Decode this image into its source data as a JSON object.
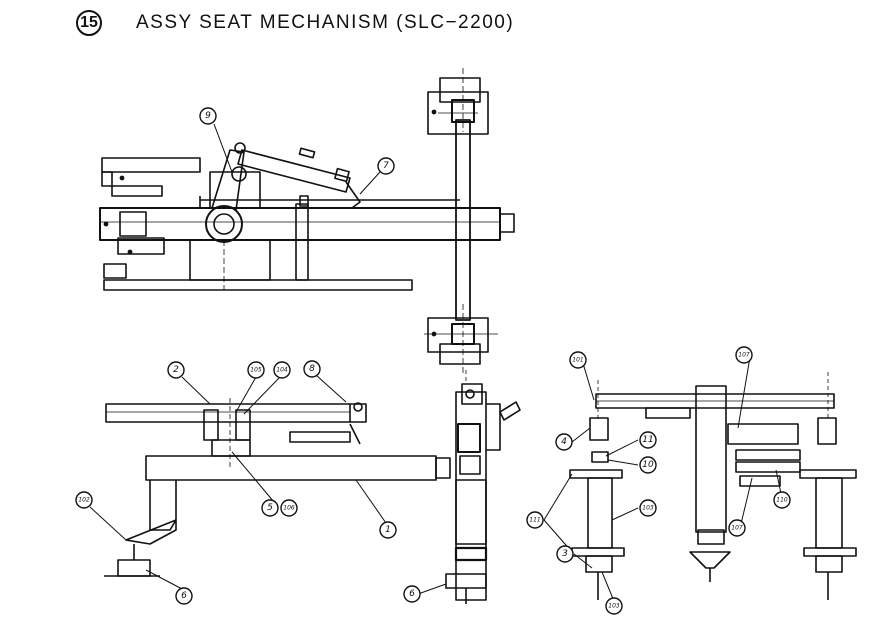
{
  "page": {
    "section_number": "15",
    "title": "ASSY SEAT MECHANISM (SLC−2200)"
  },
  "callouts": {
    "top_left_9": "9",
    "top_left_7": "7",
    "mid_2": "2",
    "mid_105": "105",
    "mid_104": "104",
    "mid_8": "8",
    "mid_5": "5",
    "mid_106": "106",
    "mid_1": "1",
    "mid_102": "102",
    "mid_6": "6",
    "col_6": "6",
    "right_101": "101",
    "right_4": "4",
    "right_11": "11",
    "right_10": "10",
    "right_111": "111",
    "right_103": "103",
    "right_3": "3",
    "right_bottom_103": "103",
    "right_107_top": "107",
    "right_107_bottom": "107",
    "right_110": "110"
  }
}
